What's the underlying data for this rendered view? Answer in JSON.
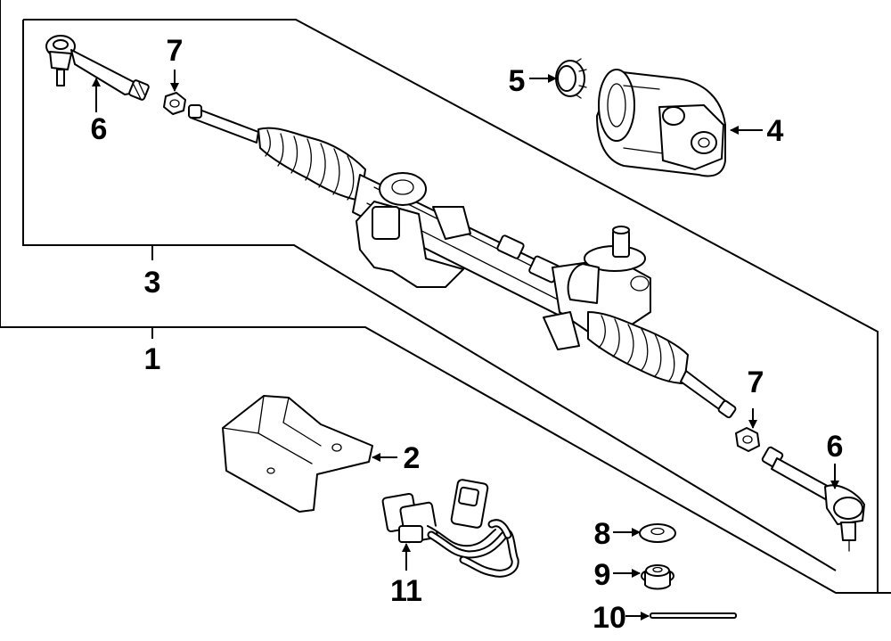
{
  "diagram": {
    "callouts": {
      "c1": "1",
      "c2": "2",
      "c3": "3",
      "c4": "4",
      "c5": "5",
      "c6_left": "6",
      "c6_right": "6",
      "c7_left": "7",
      "c7_right": "7",
      "c8": "8",
      "c9": "9",
      "c10": "10",
      "c11": "11"
    }
  }
}
